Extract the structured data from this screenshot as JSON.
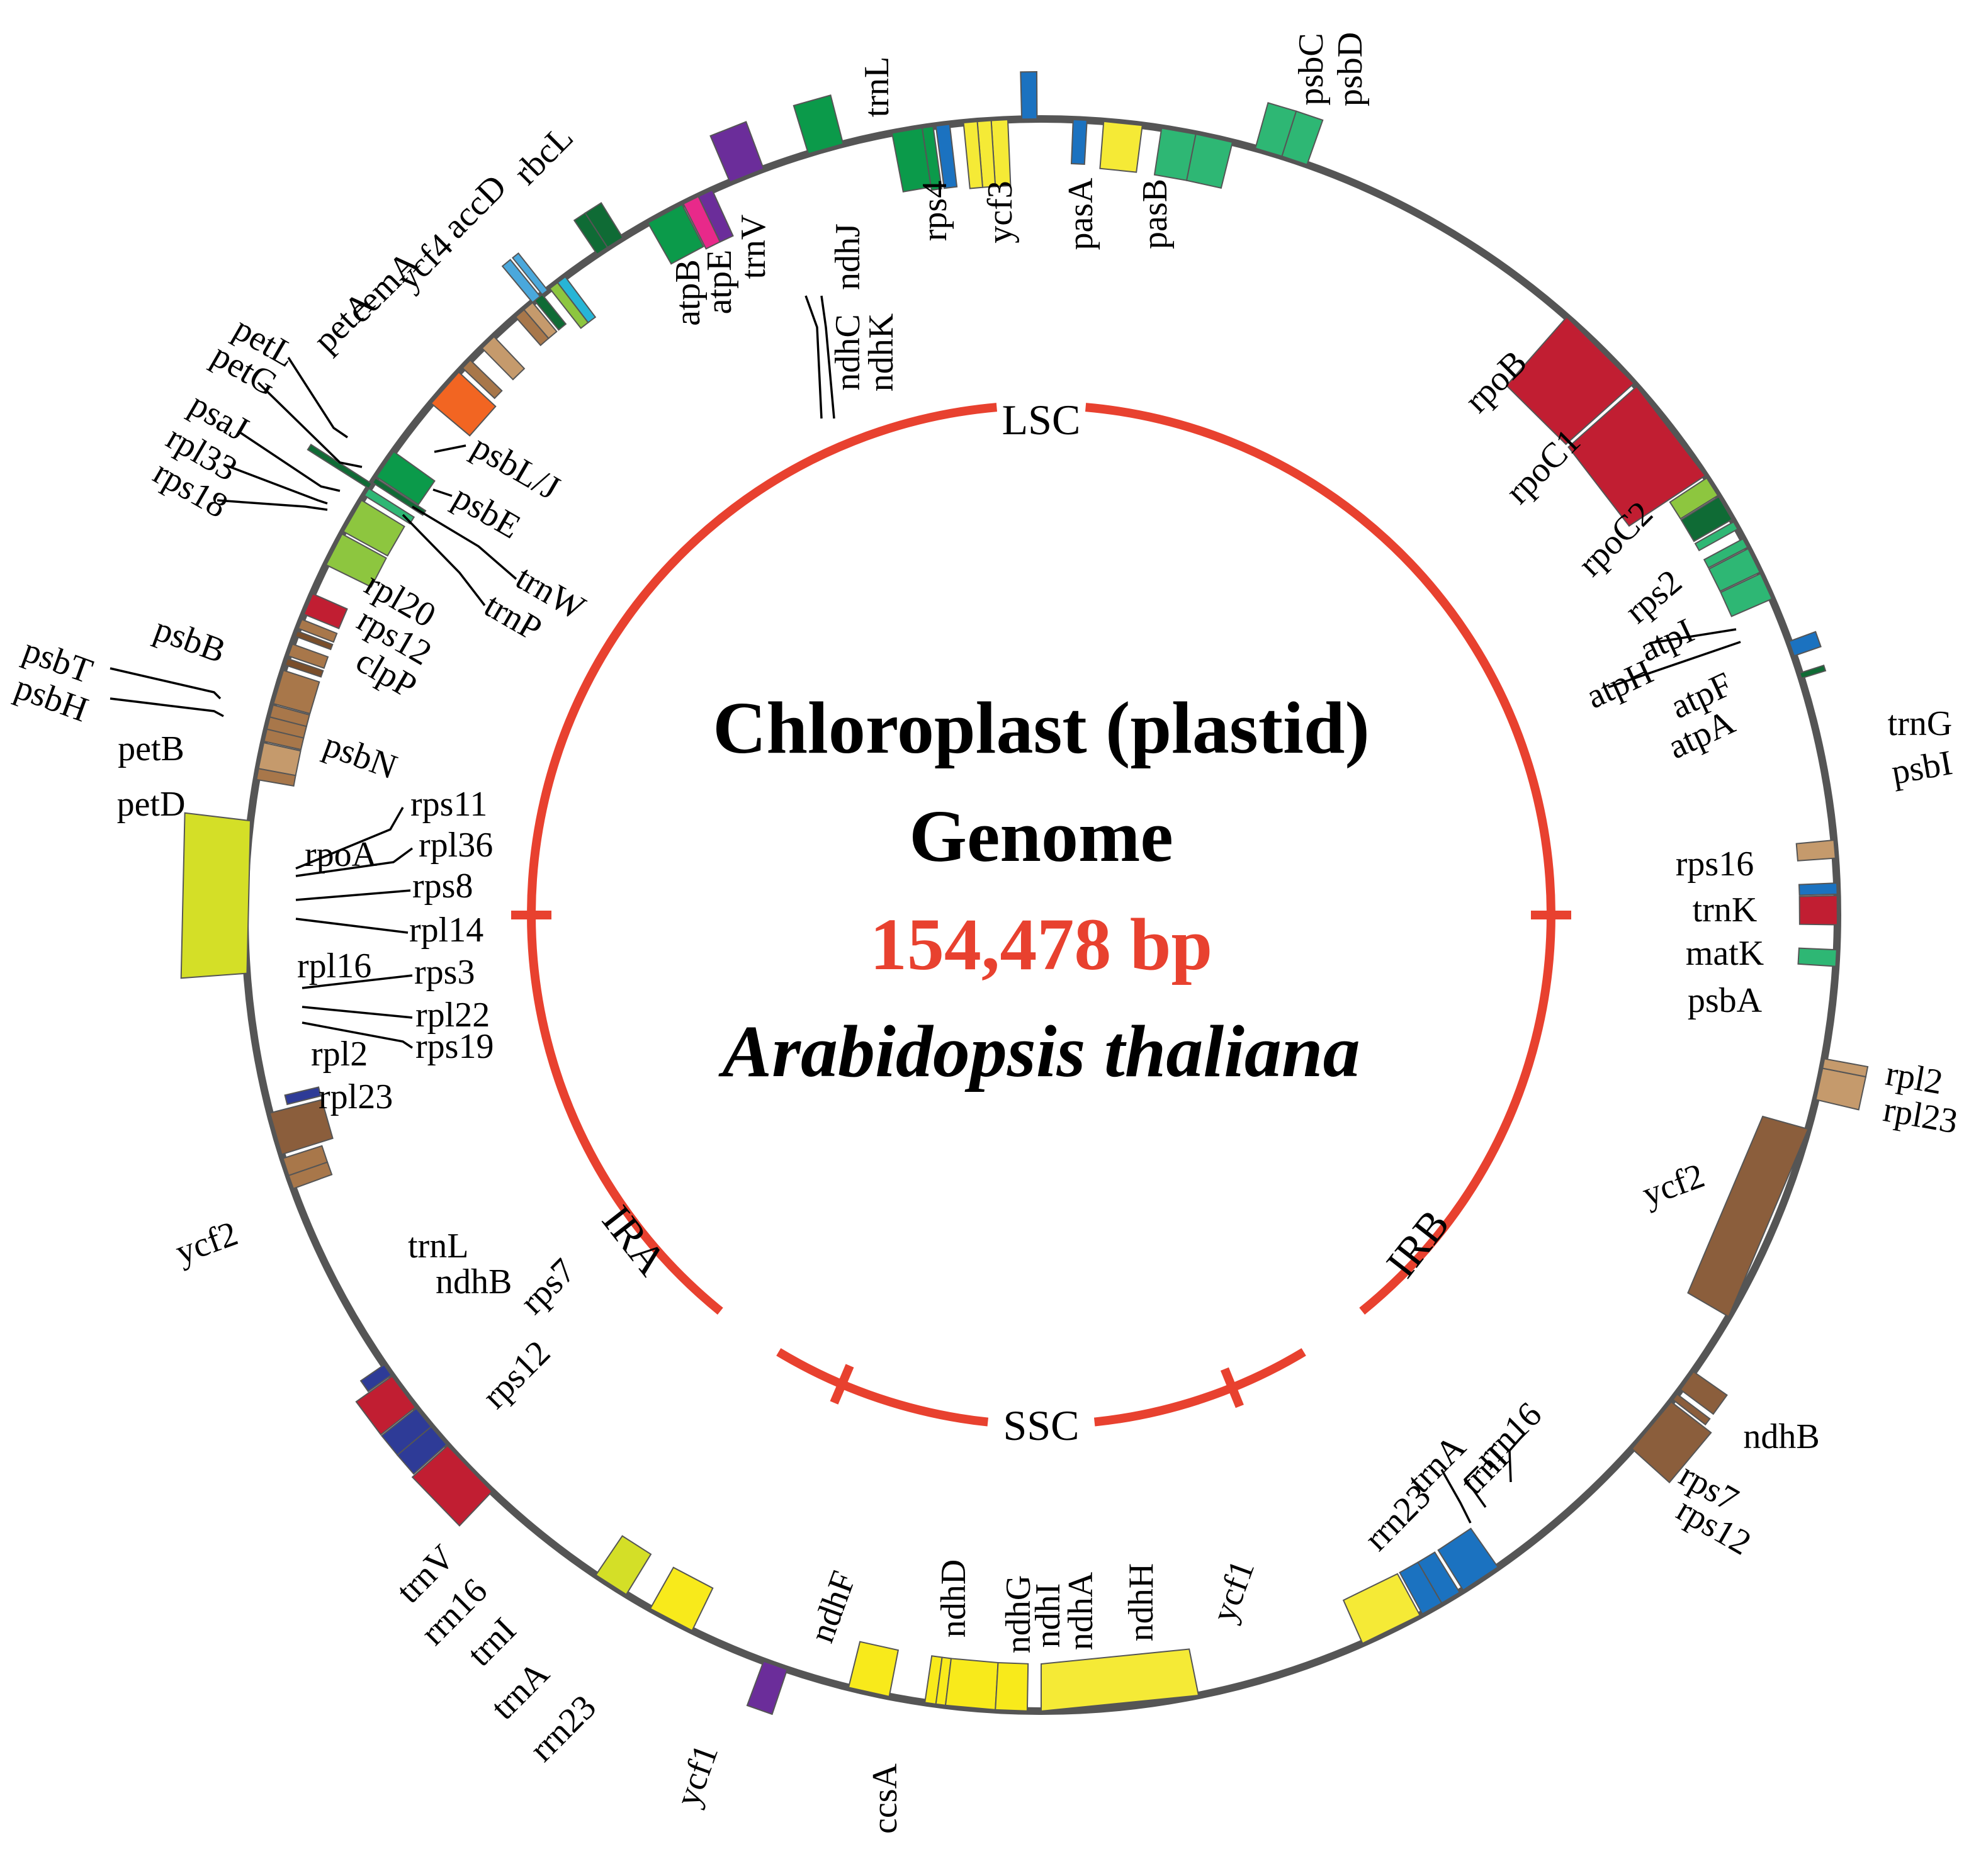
{
  "title_line1": "Chloroplast (plastid)",
  "title_line2": "Genome",
  "genome_size": "154,478 bp",
  "species": "Arabidopsis thaliana",
  "colors": {
    "accent_red": "#e8412f",
    "backbone": "#555555"
  },
  "regions": [
    {
      "id": "lsc",
      "label": "LSC"
    },
    {
      "id": "ssc",
      "label": "SSC"
    },
    {
      "id": "ira",
      "label": "IRA"
    },
    {
      "id": "irb",
      "label": "IRB"
    }
  ],
  "genes": [
    {
      "label": "trnL",
      "color": "#1b72c0"
    },
    {
      "label": "rps4",
      "color": "#1b72c0"
    },
    {
      "label": "ycf3",
      "color": "#f5ea36"
    },
    {
      "label": "pasA",
      "color": "#2eb774"
    },
    {
      "label": "pasB",
      "color": "#2eb774"
    },
    {
      "label": "psbC",
      "color": "#2eb774"
    },
    {
      "label": "psbD",
      "color": "#2eb774"
    },
    {
      "label": "ndhJ",
      "color": "#f5ea36"
    },
    {
      "label": "ndhK",
      "color": "#f5ea36"
    },
    {
      "label": "ndhC",
      "color": "#f5ea36"
    },
    {
      "label": "trnV",
      "color": "#1b72c0"
    },
    {
      "label": "atpE",
      "color": "#0b9a4a"
    },
    {
      "label": "atpB",
      "color": "#0b9a4a"
    },
    {
      "label": "rbcL",
      "color": "#0b9a4a"
    },
    {
      "label": "accD",
      "color": "#6b2d9a"
    },
    {
      "label": "ycf4",
      "color": "#6b2d9a"
    },
    {
      "label": "cemA",
      "color": "#e8298a"
    },
    {
      "label": "petA",
      "color": "#0b9a4a"
    },
    {
      "label": "psbL/J",
      "color": "#0f6b35"
    },
    {
      "label": "psbE",
      "color": "#0f6b35"
    },
    {
      "label": "petL",
      "color": "#27b5d6"
    },
    {
      "label": "petG",
      "color": "#8dc63f"
    },
    {
      "label": "psaJ",
      "color": "#0f6b35"
    },
    {
      "label": "rpl33",
      "color": "#c59a6c"
    },
    {
      "label": "rps18",
      "color": "#a8774a"
    },
    {
      "label": "trnW",
      "color": "#4aa8dc"
    },
    {
      "label": "trnP",
      "color": "#4aa8dc"
    },
    {
      "label": "rpl20",
      "color": "#c59a6c"
    },
    {
      "label": "rps12",
      "color": "#a8774a"
    },
    {
      "label": "clpP",
      "color": "#f26522"
    },
    {
      "label": "psbB",
      "color": "#0b9a4a"
    },
    {
      "label": "psbT",
      "color": "#0f6b35"
    },
    {
      "label": "psbN",
      "color": "#0f6b35"
    },
    {
      "label": "psbH",
      "color": "#2eb774"
    },
    {
      "label": "petB",
      "color": "#8dc63f"
    },
    {
      "label": "petD",
      "color": "#8dc63f"
    },
    {
      "label": "rpoA",
      "color": "#c11e32"
    },
    {
      "label": "rps11",
      "color": "#a8774a"
    },
    {
      "label": "rpl36",
      "color": "#7a4e2a"
    },
    {
      "label": "rps8",
      "color": "#a8774a"
    },
    {
      "label": "rpl14",
      "color": "#7a4e2a"
    },
    {
      "label": "rpl16",
      "color": "#a8774a"
    },
    {
      "label": "rps3",
      "color": "#a8774a"
    },
    {
      "label": "rpl22",
      "color": "#a8774a"
    },
    {
      "label": "rps19",
      "color": "#a8774a"
    },
    {
      "label": "rpl2",
      "color": "#c59a6c"
    },
    {
      "label": "rpl23",
      "color": "#a8774a"
    },
    {
      "label": "ycf2",
      "color": "#d4df27"
    },
    {
      "label": "trnL",
      "color": "#2e3b97"
    },
    {
      "label": "ndhB",
      "color": "#8b5e3c"
    },
    {
      "label": "rps7",
      "color": "#a8774a"
    },
    {
      "label": "rps12",
      "color": "#a8774a"
    },
    {
      "label": "trnV",
      "color": "#2e3b97"
    },
    {
      "label": "rrn16",
      "color": "#c11e32"
    },
    {
      "label": "trnI",
      "color": "#2e3b97"
    },
    {
      "label": "trnA",
      "color": "#2e3b97"
    },
    {
      "label": "rrn23",
      "color": "#c11e32"
    },
    {
      "label": "ycf1",
      "color": "#d4df27"
    },
    {
      "label": "ndhF",
      "color": "#f8ea1b"
    },
    {
      "label": "ccsA",
      "color": "#6b2d9a"
    },
    {
      "label": "ndhD",
      "color": "#f8ea1b"
    },
    {
      "label": "ndhG",
      "color": "#f8ea1b"
    },
    {
      "label": "ndhI",
      "color": "#f8ea1b"
    },
    {
      "label": "ndhA",
      "color": "#f8ea1b"
    },
    {
      "label": "ndhH",
      "color": "#f8ea1b"
    },
    {
      "label": "ycf1",
      "color": "#f5ea36"
    },
    {
      "label": "rrn23",
      "color": "#f5ea36"
    },
    {
      "label": "trnA",
      "color": "#1b72c0"
    },
    {
      "label": "trnI",
      "color": "#1b72c0"
    },
    {
      "label": "rrn16",
      "color": "#1b72c0"
    },
    {
      "label": "ndhB",
      "color": "#8b5e3c"
    },
    {
      "label": "rps7",
      "color": "#8b5e3c"
    },
    {
      "label": "rps12",
      "color": "#8b5e3c"
    },
    {
      "label": "ycf2",
      "color": "#8b5e3c"
    },
    {
      "label": "rpl2",
      "color": "#c59a6c"
    },
    {
      "label": "rpl23",
      "color": "#c59a6c"
    },
    {
      "label": "psbA",
      "color": "#2eb774"
    },
    {
      "label": "matK",
      "color": "#c11e32"
    },
    {
      "label": "trnK",
      "color": "#1b72c0"
    },
    {
      "label": "rps16",
      "color": "#c59a6c"
    },
    {
      "label": "psbI",
      "color": "#0f6b35"
    },
    {
      "label": "trnG",
      "color": "#1b72c0"
    },
    {
      "label": "atpA",
      "color": "#2eb774"
    },
    {
      "label": "atpF",
      "color": "#2eb774"
    },
    {
      "label": "atpH",
      "color": "#2eb774"
    },
    {
      "label": "atpI",
      "color": "#2eb774"
    },
    {
      "label": "rps2",
      "color": "#0f6b35"
    },
    {
      "label": "rpoC2",
      "color": "#8dc63f"
    },
    {
      "label": "rpoC1",
      "color": "#c11e32"
    },
    {
      "label": "rpoB",
      "color": "#c11e32"
    }
  ]
}
